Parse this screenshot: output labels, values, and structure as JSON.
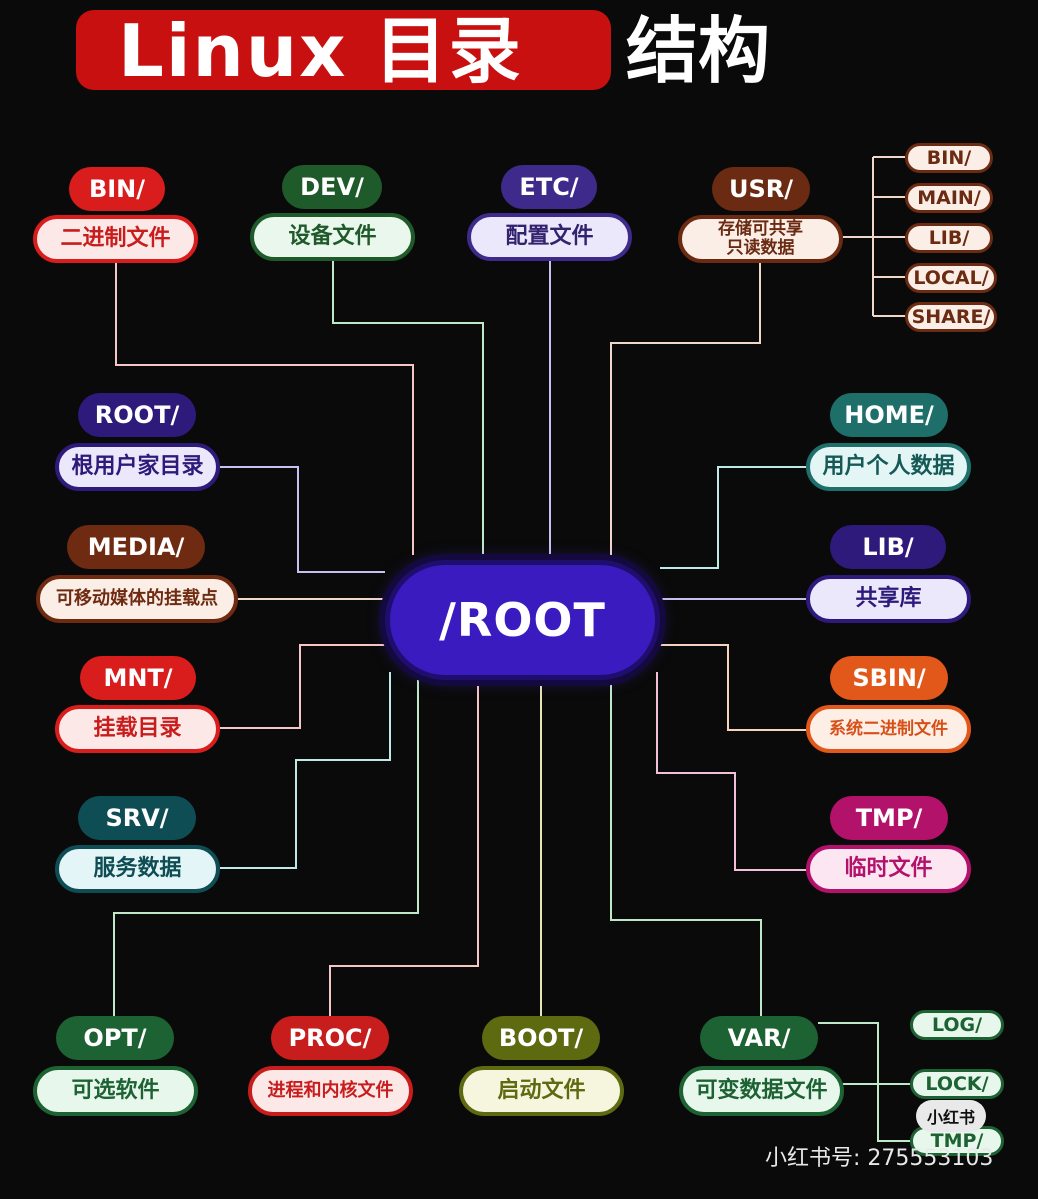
{
  "title": {
    "highlight": "Linux 目录",
    "rest": "结构"
  },
  "root": {
    "label": "/ROOT"
  },
  "nodes": [
    {
      "id": "bin",
      "tag": "BIN/",
      "desc": "二进制文件",
      "tag_color": "#d91c1c",
      "fill": "#fde8e8",
      "text_color": "#c81d1d"
    },
    {
      "id": "dev",
      "tag": "DEV/",
      "desc": "设备文件",
      "tag_color": "#1f5a2a",
      "fill": "#e9f7ec",
      "text_color": "#1f5a2a"
    },
    {
      "id": "etc",
      "tag": "ETC/",
      "desc": "配置文件",
      "tag_color": "#3d2a8a",
      "fill": "#ece8fb",
      "text_color": "#33236f"
    },
    {
      "id": "usr",
      "tag": "USR/",
      "desc": "存储可共享\n只读数据",
      "tag_color": "#6b2a12",
      "fill": "#fbeee6",
      "text_color": "#6b2a12"
    },
    {
      "id": "root",
      "tag": "ROOT/",
      "desc": "根用户家目录",
      "tag_color": "#2d1a7a",
      "fill": "#ece8fb",
      "text_color": "#2d1a7a"
    },
    {
      "id": "home",
      "tag": "HOME/",
      "desc": "用户个人数据",
      "tag_color": "#1e6e6a",
      "fill": "#e3f6f5",
      "text_color": "#155a56"
    },
    {
      "id": "media",
      "tag": "MEDIA/",
      "desc": "可移动媒体的挂载点",
      "tag_color": "#6e2b12",
      "fill": "#fbeee6",
      "text_color": "#6e2b12"
    },
    {
      "id": "lib",
      "tag": "LIB/",
      "desc": "共享库",
      "tag_color": "#2d1a7a",
      "fill": "#ece8fb",
      "text_color": "#2d1a7a"
    },
    {
      "id": "mnt",
      "tag": "MNT/",
      "desc": "挂载目录",
      "tag_color": "#d91c1c",
      "fill": "#fde8e8",
      "text_color": "#c81d1d"
    },
    {
      "id": "sbin",
      "tag": "SBIN/",
      "desc": "系统二进制文件",
      "tag_color": "#e2581a",
      "fill": "#fdefe6",
      "text_color": "#d6511a"
    },
    {
      "id": "srv",
      "tag": "SRV/",
      "desc": "服务数据",
      "tag_color": "#0f4d55",
      "fill": "#e3f5f6",
      "text_color": "#0f4d55"
    },
    {
      "id": "tmp",
      "tag": "TMP/",
      "desc": "临时文件",
      "tag_color": "#b3126a",
      "fill": "#fbe6f1",
      "text_color": "#b3126a"
    },
    {
      "id": "opt",
      "tag": "OPT/",
      "desc": "可选软件",
      "tag_color": "#1d6233",
      "fill": "#e7f7ec",
      "text_color": "#1d6233"
    },
    {
      "id": "proc",
      "tag": "PROC/",
      "desc": "进程和内核文件",
      "tag_color": "#c81d1d",
      "fill": "#fde8e8",
      "text_color": "#c81d1d"
    },
    {
      "id": "boot",
      "tag": "BOOT/",
      "desc": "启动文件",
      "tag_color": "#5d6a10",
      "fill": "#f6f6df",
      "text_color": "#5d6a10"
    },
    {
      "id": "var",
      "tag": "VAR/",
      "desc": "可变数据文件",
      "tag_color": "#1d6233",
      "fill": "#e7f7ec",
      "text_color": "#1d6233"
    }
  ],
  "usr_children": [
    "BIN/",
    "MAIN/",
    "LIB/",
    "LOCAL/",
    "SHARE/"
  ],
  "var_children": [
    "LOG/",
    "LOCK/",
    "TMP/"
  ],
  "colors": {
    "usr_sub_fill": "#fbeee6",
    "usr_sub_border": "#6b2a12",
    "usr_sub_text": "#6b2a12",
    "var_sub_fill": "#e7f7ec",
    "var_sub_border": "#1d6233",
    "var_sub_text": "#1d6233"
  },
  "watermark": {
    "logo": "小红书",
    "text": "小红书号: 275553103"
  }
}
